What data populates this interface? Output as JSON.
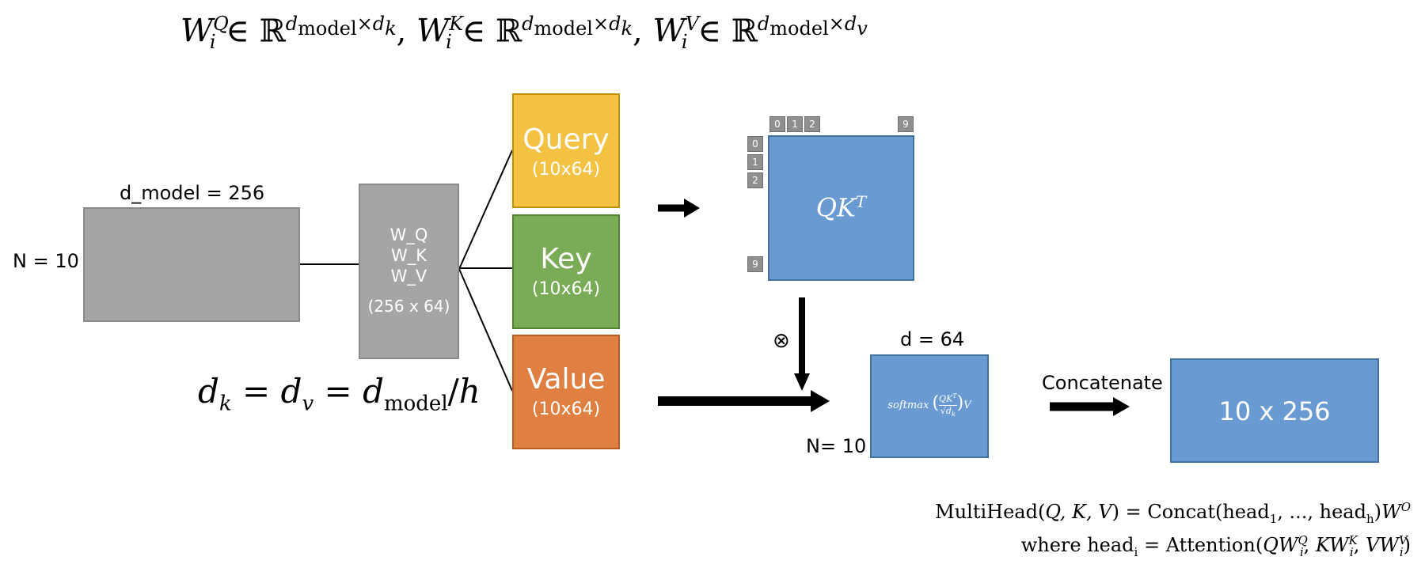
{
  "top_formula": {
    "wq_symbol": "W",
    "wk_symbol": "W",
    "wv_symbol": "W",
    "index": "i",
    "q_sup": "Q",
    "k_sup": "K",
    "v_sup": "V",
    "in": "∈",
    "reals": "ℝ",
    "model": "model",
    "times": "×",
    "dk": "d",
    "k_sub": "k",
    "v_sub": "v",
    "comma": ","
  },
  "input": {
    "dmodel_label": "d_model = 256",
    "n_label": "N = 10"
  },
  "weights": {
    "line1": "W_Q",
    "line2": "W_K",
    "line3": "W_V",
    "shape": "(256 x 64)"
  },
  "dk_formula": {
    "lhs": "d",
    "lhs_sub": "k",
    "eq": "=",
    "mid": "d",
    "mid_sub": "v",
    "rhs": "d",
    "rhs_sub": "model",
    "slash": "/",
    "h": "h"
  },
  "qkv": {
    "query_title": "Query",
    "query_shape": "(10x64)",
    "key_title": "Key",
    "key_shape": "(10x64)",
    "value_title": "Value",
    "value_shape": "(10x64)"
  },
  "score_matrix": {
    "label_main": "QK",
    "label_sup": "T",
    "col_indices": [
      "0",
      "1",
      "2",
      "9"
    ],
    "row_indices": [
      "0",
      "1",
      "2",
      "9"
    ]
  },
  "multiply_symbol": "⊗",
  "attention_box": {
    "d_label": "d = 64",
    "n_label": "N= 10",
    "softmax": "softmax",
    "num": "QK",
    "num_sup": "T",
    "den": "√d",
    "den_sub": "k",
    "v": "V"
  },
  "concat_label": "Concatenate",
  "output_label": "10 x 256",
  "multihead": {
    "line1_a": "MultiHead(",
    "line1_b": "Q, K, V",
    "line1_c": ") = Concat(head",
    "sub1": "1",
    "line1_d": ", ..., head",
    "subh": "h",
    "line1_e": ")",
    "wo": "W",
    "wo_sup": "O",
    "line2_a": "where head",
    "sub_i": "i",
    "line2_b": " = Attention(",
    "q": "QW",
    "k": "KW",
    "v": "VW",
    "i": "i",
    "Q": "Q",
    "K": "K",
    "V": "V",
    "comma": ", ",
    "close": ")"
  }
}
